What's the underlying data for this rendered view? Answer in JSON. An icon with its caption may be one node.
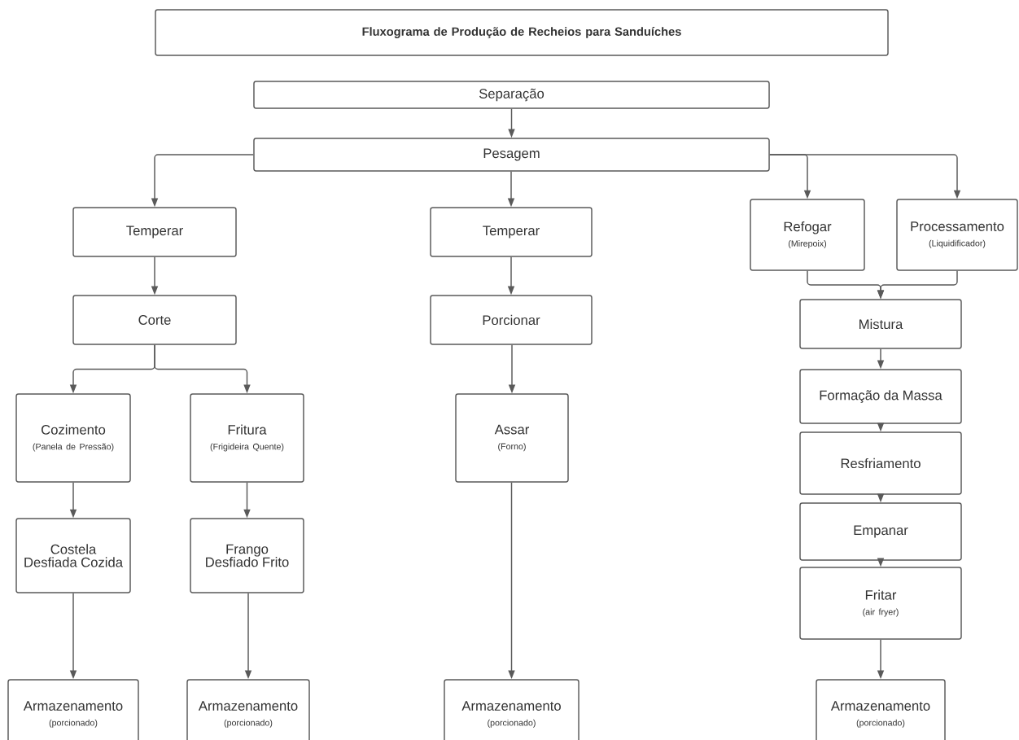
{
  "diagram": {
    "title": "Fluxograma de Produção de Recheios para Sanduíches",
    "nodes": [
      {
        "text": [
          "Separação"
        ]
      },
      {
        "text": [
          "Pesagem"
        ]
      },
      {
        "text": [
          "Temperar"
        ]
      },
      {
        "text": [
          "Temperar"
        ]
      },
      {
        "text": [
          "Refogar",
          "(Mirepoix)"
        ]
      },
      {
        "text": [
          "Processamento",
          "(Liquidificador)"
        ]
      },
      {
        "text": [
          "Corte"
        ]
      },
      {
        "text": [
          "Porcionar"
        ]
      },
      {
        "text": [
          "Mistura"
        ]
      },
      {
        "text": [
          "Cozimento",
          "(Panela de Pressão)"
        ]
      },
      {
        "text": [
          "Fritura",
          "(Frigideira Quente)"
        ]
      },
      {
        "text": [
          "Assar",
          "(Forno)"
        ]
      },
      {
        "text": [
          "Formação da Massa"
        ]
      },
      {
        "text": [
          "Costela Desfiada Cozida"
        ]
      },
      {
        "text": [
          "Frango Desfiado Frito"
        ]
      },
      {
        "text": [
          "Resfriamento"
        ]
      },
      {
        "text": [
          "Empanar"
        ]
      },
      {
        "text": [
          "Fritar",
          "(air fryer)"
        ]
      },
      {
        "text": [
          "Armazenamento",
          "(porcionado)"
        ]
      },
      {
        "text": [
          "Armazenamento",
          "(porcionado)"
        ]
      },
      {
        "text": [
          "Armazenamento",
          "(porcionado)"
        ]
      },
      {
        "text": [
          "Armazenamento",
          "(porcionado)"
        ]
      }
    ],
    "edges": [
      {
        "from": 0,
        "to": 1,
        "arrow": "to"
      },
      {
        "from": 1,
        "to": 2,
        "arrow": "to"
      },
      {
        "from": 1,
        "to": 3,
        "arrow": "to"
      },
      {
        "from": 1,
        "to": 4,
        "arrow": "to"
      },
      {
        "from": 1,
        "to": 5,
        "arrow": "to"
      },
      {
        "from": 2,
        "to": 6,
        "arrow": "to"
      },
      {
        "from": 3,
        "to": 7,
        "arrow": "to"
      },
      {
        "from": 4,
        "to": 8,
        "arrow": "to"
      },
      {
        "from": 5,
        "to": 8,
        "arrow": "to"
      },
      {
        "from": 6,
        "to": 9,
        "arrow": "to"
      },
      {
        "from": 6,
        "to": 10,
        "arrow": "to"
      },
      {
        "from": 7,
        "to": 11,
        "arrow": "to"
      },
      {
        "from": 8,
        "to": 12,
        "arrow": "to"
      },
      {
        "from": 9,
        "to": 13,
        "arrow": "to"
      },
      {
        "from": 10,
        "to": 14,
        "arrow": "to"
      },
      {
        "from": 11,
        "to": 20,
        "arrow": "to"
      },
      {
        "from": 12,
        "to": 15,
        "arrow": "to"
      },
      {
        "from": 15,
        "to": 16,
        "arrow": "to"
      },
      {
        "from": 16,
        "to": 17,
        "arrow": "to"
      },
      {
        "from": 13,
        "to": 18,
        "arrow": "to"
      },
      {
        "from": 14,
        "to": 19,
        "arrow": "to"
      },
      {
        "from": 17,
        "to": 21,
        "arrow": "to"
      }
    ]
  }
}
